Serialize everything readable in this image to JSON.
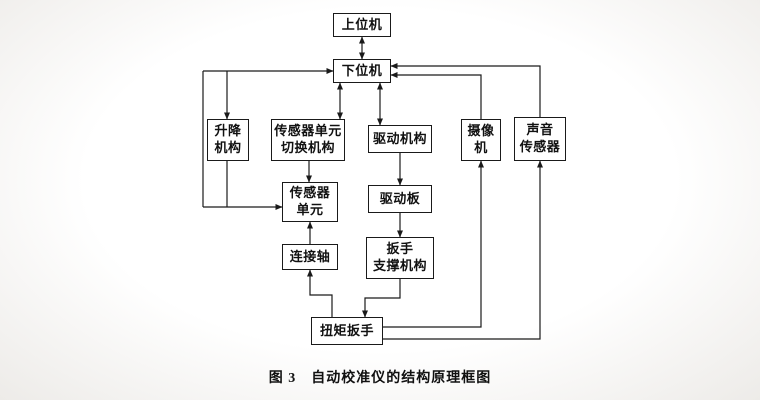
{
  "figure": {
    "caption": "图 3　自动校准仪的结构原理框图"
  },
  "nodes": {
    "host": {
      "label": "上位机"
    },
    "slave": {
      "label": "下位机"
    },
    "lift": {
      "label": "升降\n机构"
    },
    "switcher": {
      "label": "传感器单元\n切换机构"
    },
    "drive_mech": {
      "label": "驱动机构"
    },
    "camera": {
      "label": "摄像\n机"
    },
    "sound": {
      "label": "声音\n传感器"
    },
    "sensor_unit": {
      "label": "传感器\n单元"
    },
    "drive_board": {
      "label": "驱动板"
    },
    "shaft": {
      "label": "连接轴"
    },
    "support": {
      "label": "扳手\n支撑机构"
    },
    "wrench": {
      "label": "扭矩扳手"
    }
  },
  "colors": {
    "line": "#1a1a1a",
    "background": "#ffffff",
    "text": "#111111"
  }
}
